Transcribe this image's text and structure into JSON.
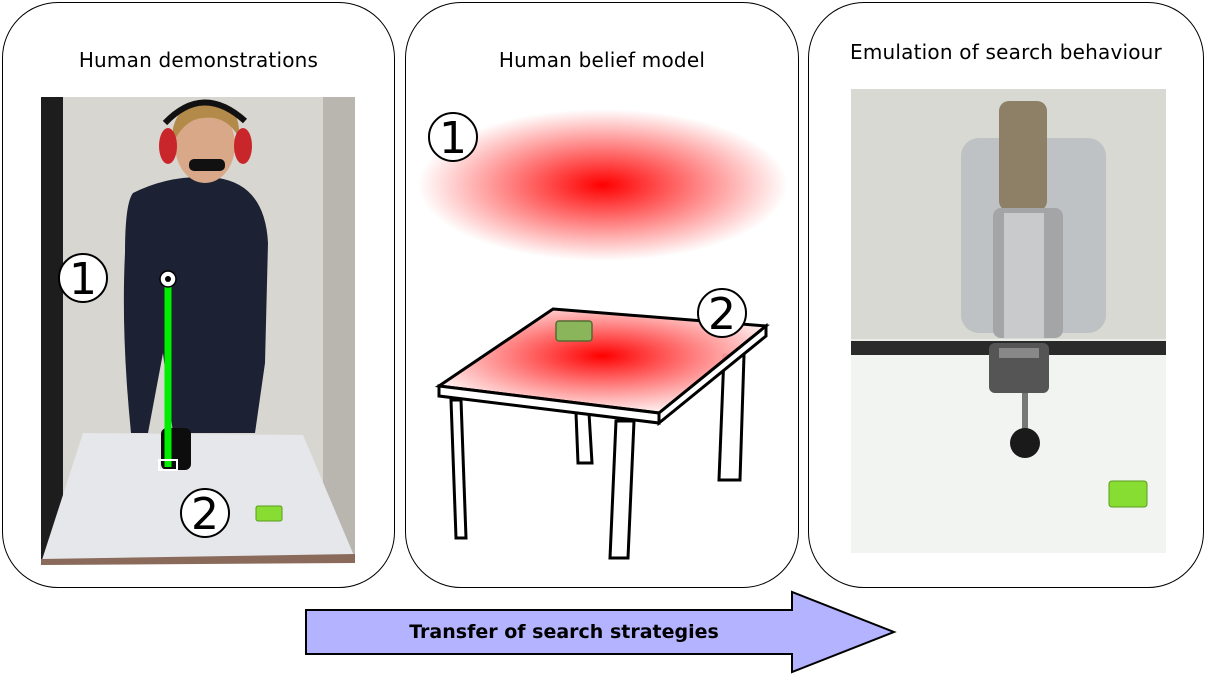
{
  "panels": [
    {
      "title": "Human demonstrations",
      "markers": [
        "①",
        "②"
      ]
    },
    {
      "title": "Human belief model",
      "markers": [
        "①",
        "②"
      ]
    },
    {
      "title": "Emulation of search behaviour"
    }
  ],
  "arrow": {
    "label": "Transfer of search strategies",
    "color": "#b3b3ff"
  },
  "colors": {
    "belief": "#ff0000",
    "object": "#88dd33",
    "trajectory": "#00ee00"
  }
}
